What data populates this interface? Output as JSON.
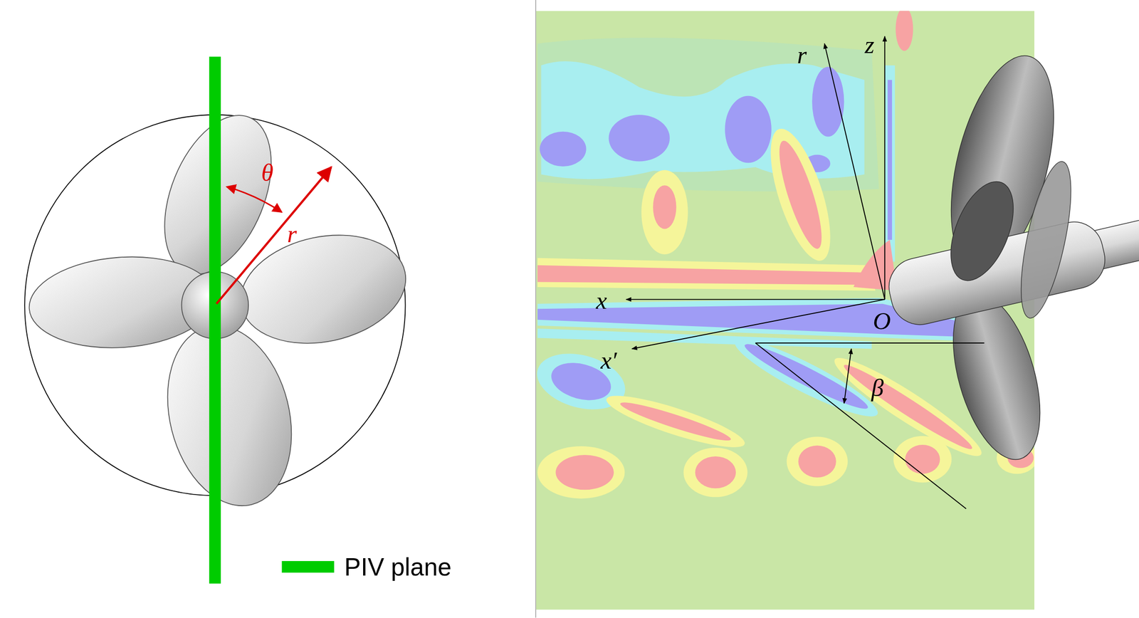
{
  "diagram": {
    "labels": [
      "θ",
      "r",
      "r",
      "z",
      "x",
      "x′",
      "O",
      "β"
    ],
    "legend": [
      {
        "text": "PIV plane",
        "color": "#00cc00"
      }
    ]
  }
}
